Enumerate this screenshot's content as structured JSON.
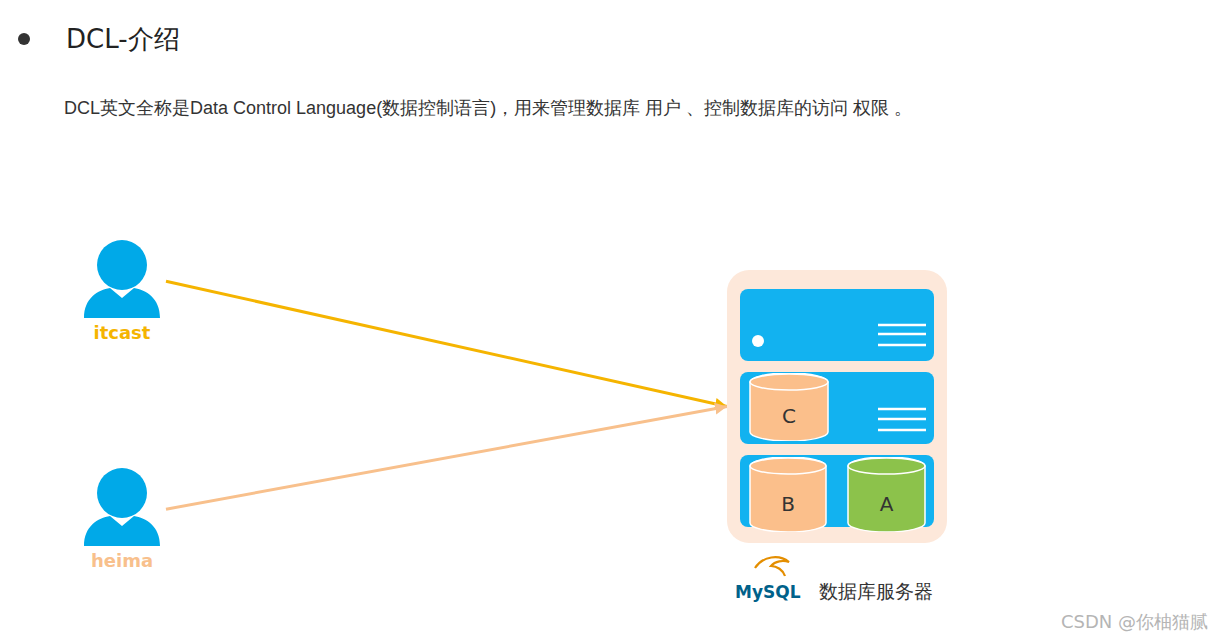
{
  "diagram": {
    "title": "DCL-介绍",
    "nodes": [
      {
        "text": [
          "itcast"
        ]
      },
      {
        "text": [
          "heima"
        ]
      },
      {
        "text": [
          "MySQL",
          "数据库服务器"
        ]
      },
      {
        "text": [
          "C"
        ],
        "in": 2
      },
      {
        "text": [
          "B"
        ],
        "in": 2
      },
      {
        "text": [
          "A"
        ],
        "in": 2
      }
    ],
    "edges": [
      {
        "from": 0,
        "to": 2,
        "arrow": "to"
      },
      {
        "from": 1,
        "to": 2,
        "arrow": "to"
      }
    ],
    "labels": [
      "DCL英文全称是Data Control Language(数据控制语言)，用来管理数据库 用户 、控制数据库的访问 权限 。",
      "CSDN @你柚猫腻"
    ]
  }
}
